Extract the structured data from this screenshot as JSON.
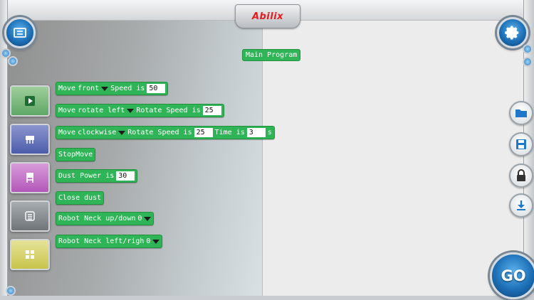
{
  "brand": {
    "logo_text": "Abilix",
    "logo_color": "#e31b23"
  },
  "colors": {
    "block_green": "#2fb457",
    "accent_blue": "#1d6fb5"
  },
  "header": {
    "menu_icon": "menu-icon",
    "settings_icon": "gear-icon"
  },
  "palette": [
    {
      "name": "palette-motion",
      "icon": "play-icon",
      "color": "#5fa765"
    },
    {
      "name": "palette-robot",
      "icon": "robot-icon",
      "color": "#4b5caa"
    },
    {
      "name": "palette-dust",
      "icon": "dust-icon",
      "color": "#b357b8"
    },
    {
      "name": "palette-logic",
      "icon": "list-icon",
      "color": "#6f7478"
    },
    {
      "name": "palette-grid",
      "icon": "grid-icon",
      "color": "#c8c44a"
    }
  ],
  "main_program": {
    "label": "Main Program"
  },
  "blocks": [
    {
      "parts": [
        "Move",
        "front",
        "Speed is",
        "50"
      ]
    },
    {
      "parts": [
        "Move",
        "rotate left",
        "Rotate Speed is",
        "25"
      ]
    },
    {
      "parts": [
        "Move",
        "clockwise",
        "Rotate Speed is",
        "25",
        "Time is",
        "3",
        "s"
      ]
    },
    {
      "parts": [
        "StopMove"
      ]
    },
    {
      "parts": [
        "Dust Power is",
        "30"
      ]
    },
    {
      "parts": [
        "Close dust"
      ]
    },
    {
      "parts": [
        "Robot Neck up/down",
        "0"
      ]
    },
    {
      "parts": [
        "Robot Neck left/righ",
        "0"
      ]
    }
  ],
  "tools": [
    {
      "name": "open-folder-button",
      "icon": "folder-icon"
    },
    {
      "name": "save-button",
      "icon": "save-icon"
    },
    {
      "name": "lock-button",
      "icon": "lock-icon"
    },
    {
      "name": "download-button",
      "icon": "download-icon"
    }
  ],
  "go_button": {
    "label": "GO"
  }
}
